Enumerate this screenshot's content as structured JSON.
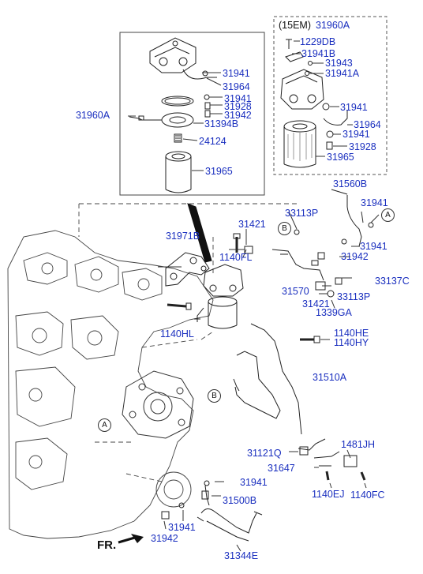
{
  "colors": {
    "label": "#1a2fbf",
    "line": "#222222",
    "box_dash": "#555555"
  },
  "icons": [
    "fr-arrow-icon",
    "callout-a-icon",
    "callout-b-icon"
  ],
  "variant_box": {
    "label": "(15EM)",
    "part": "31960A"
  },
  "callouts": {
    "a": "A",
    "b": "B"
  },
  "orientation": "FR.",
  "parts": {
    "p31960A_left": "31960A",
    "p31941_1": "31941",
    "p31964_1": "31964",
    "p31941_2": "31941",
    "p31928_1": "31928",
    "p31942_1": "31942",
    "p31394B": "31394B",
    "p24124": "24124",
    "p31965_1": "31965",
    "p1229DB": "1229DB",
    "p31941B": "31941B",
    "p31943": "31943",
    "p31941A": "31941A",
    "p31941_3": "31941",
    "p31964_2": "31964",
    "p31941_4": "31941",
    "p31928_2": "31928",
    "p31965_2": "31965",
    "p31560B": "31560B",
    "p31941_5": "31941",
    "p33113P_1": "33113P",
    "p31421_1": "31421",
    "p31971B": "31971B",
    "p1140FL": "1140FL",
    "p31941_6": "31941",
    "p31942_2": "31942",
    "p33137C": "33137C",
    "p31570": "31570",
    "p33113P_2": "33113P",
    "p31421_2": "31421",
    "p1339GA": "1339GA",
    "p1140HL": "1140HL",
    "p1140HE": "1140HE",
    "p1140HY": "1140HY",
    "p31510A": "31510A",
    "p31121Q": "31121Q",
    "p1481JH": "1481JH",
    "p31647": "31647",
    "p1140EJ": "1140EJ",
    "p1140FC": "1140FC",
    "p31941_7": "31941",
    "p31500B": "31500B",
    "p31942_3": "31942",
    "p31941_8": "31941",
    "p31344E": "31344E"
  }
}
